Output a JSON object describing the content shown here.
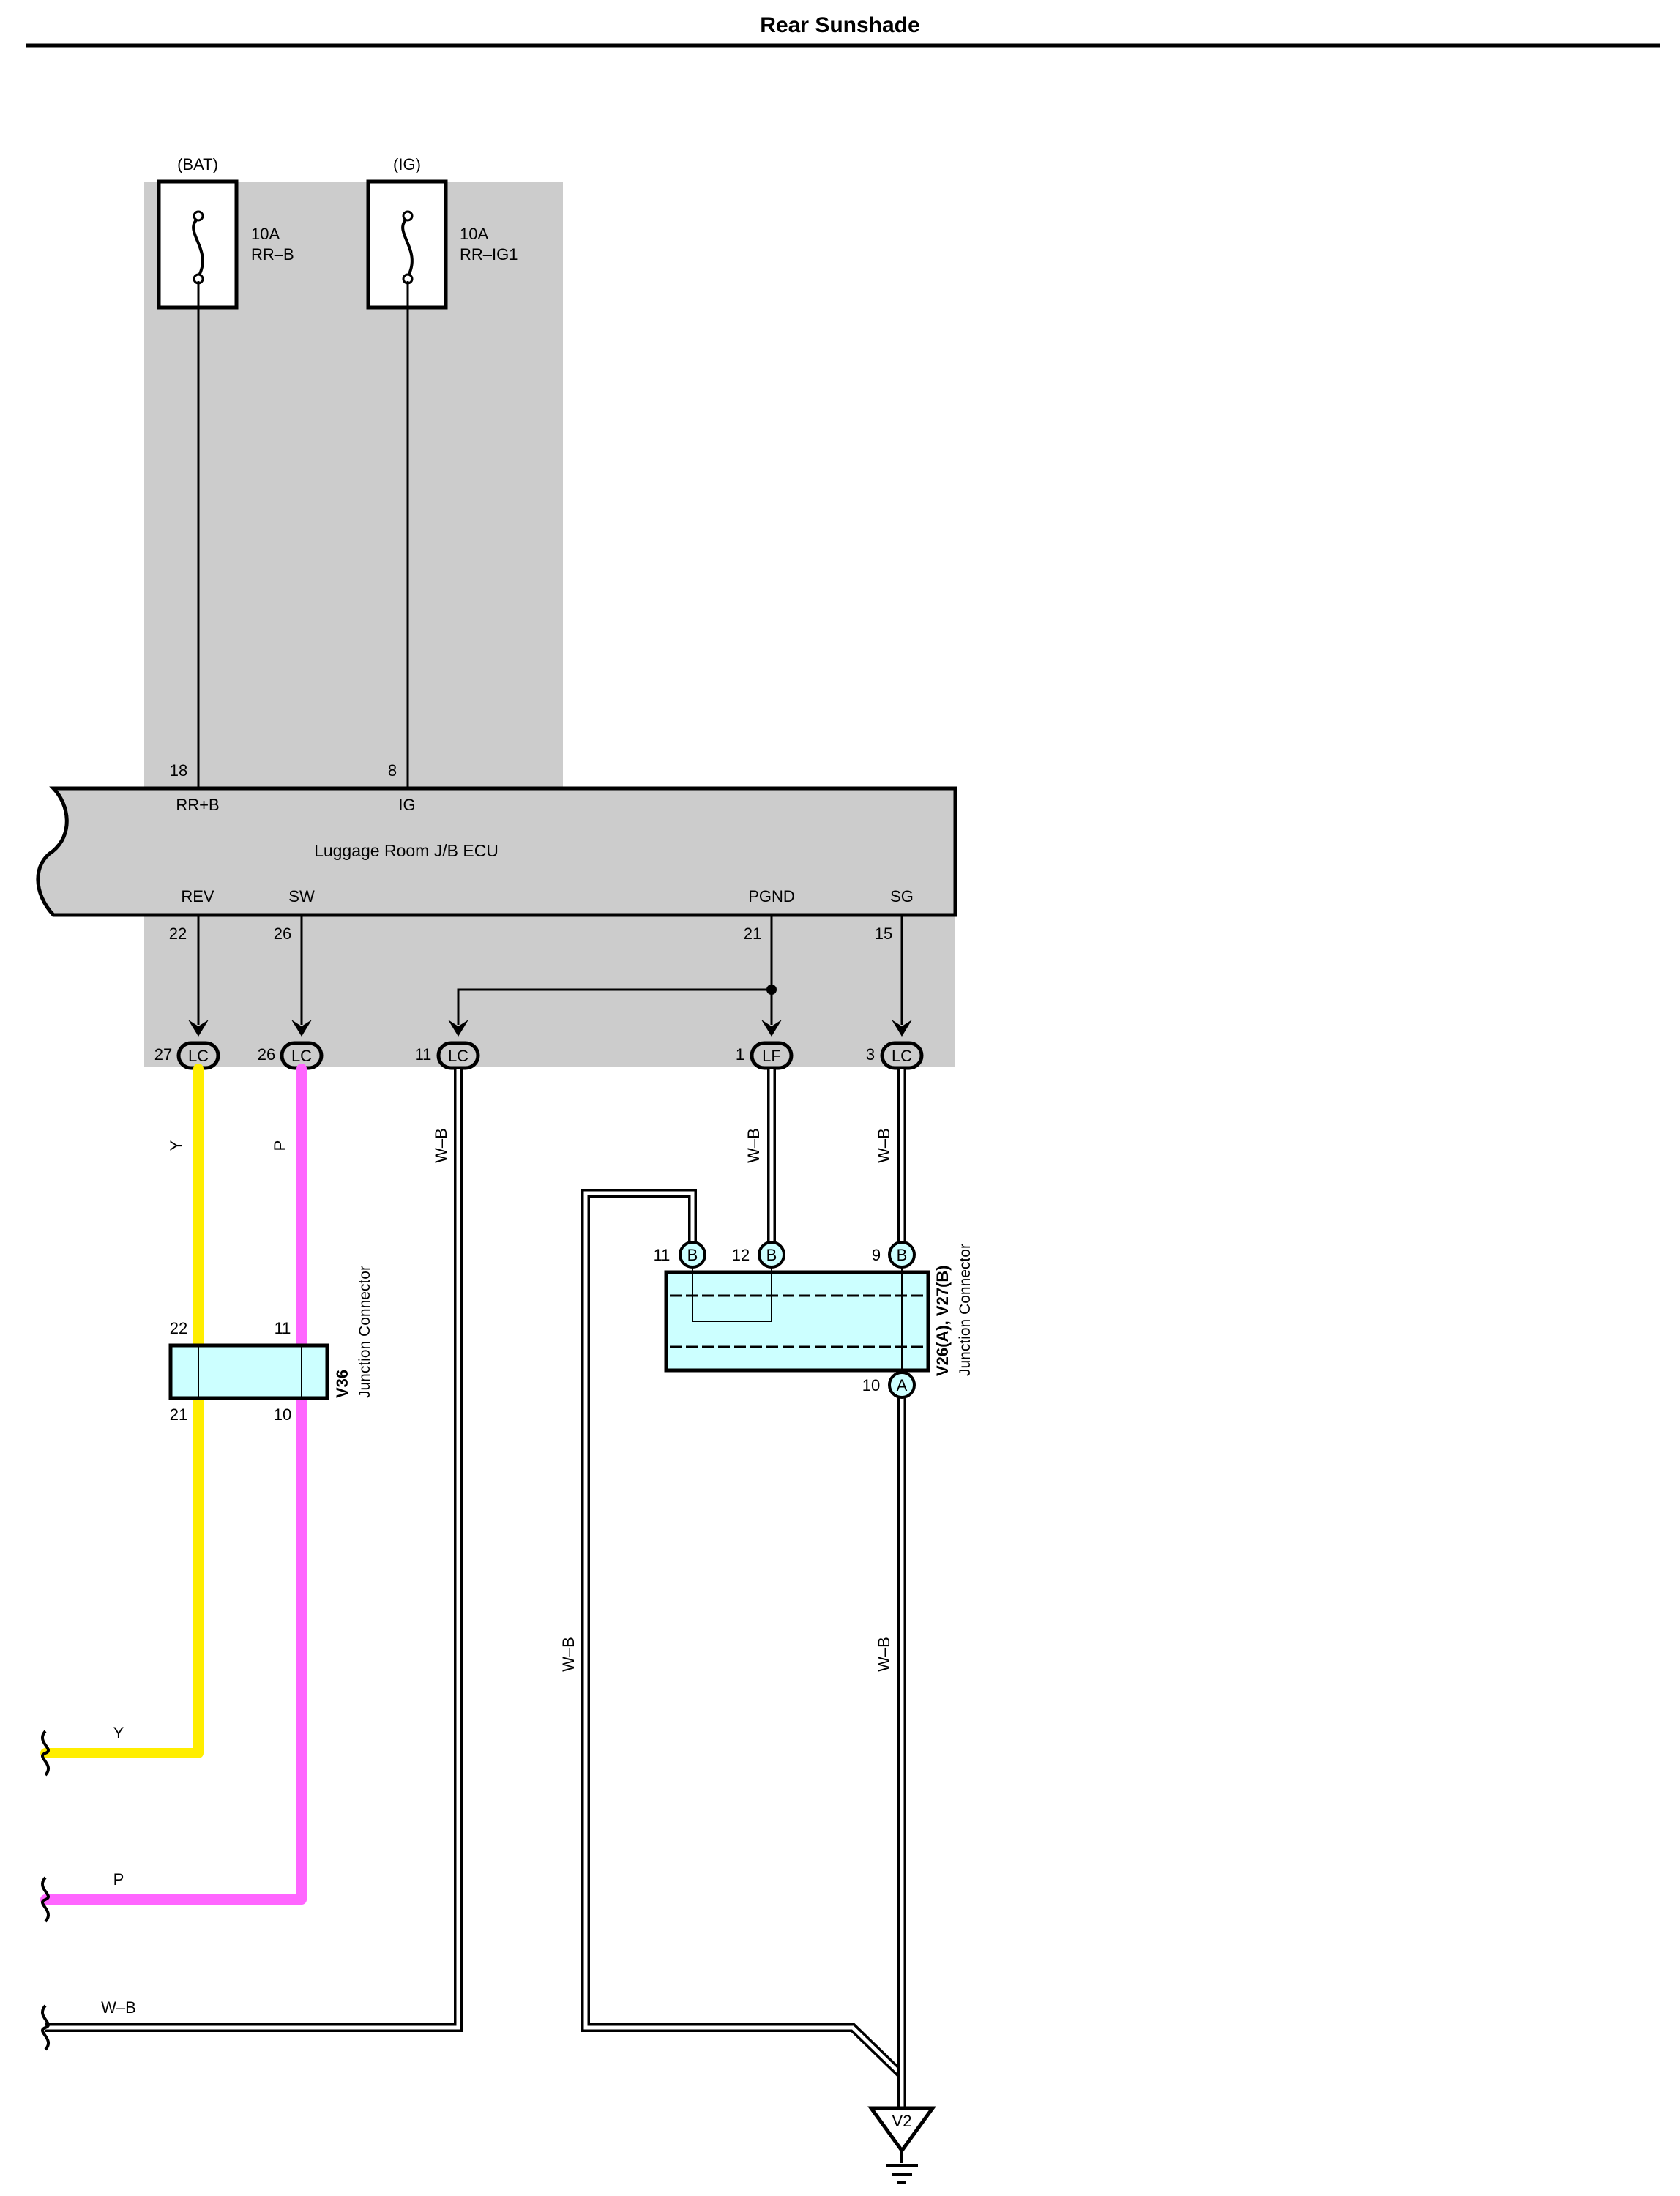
{
  "title": "Rear Sunshade",
  "colors": {
    "shade": "#cccccc",
    "connector_fill": "#ccffff",
    "wire_yellow": "#ffee00",
    "wire_pink": "#ff66ff",
    "ink": "#000000"
  },
  "fuses": [
    {
      "source": "(BAT)",
      "rating": "10A",
      "name": "RR–B"
    },
    {
      "source": "(IG)",
      "rating": "10A",
      "name": "RR–IG1"
    }
  ],
  "ecu": {
    "name": "Luggage Room J/B ECU",
    "top_pins": [
      {
        "pin": "18",
        "signal": "RR+B"
      },
      {
        "pin": "8",
        "signal": "IG"
      }
    ],
    "bottom_pins": [
      {
        "pin": "22",
        "signal": "REV"
      },
      {
        "pin": "26",
        "signal": "SW"
      },
      {
        "pin": "21",
        "signal": "PGND"
      },
      {
        "pin": "15",
        "signal": "SG"
      }
    ]
  },
  "jb_connectors": [
    {
      "pin": "27",
      "code": "LC"
    },
    {
      "pin": "26",
      "code": "LC"
    },
    {
      "pin": "11",
      "code": "LC"
    },
    {
      "pin": "1",
      "code": "LF"
    },
    {
      "pin": "3",
      "code": "LC"
    }
  ],
  "wires": {
    "y": "Y",
    "p": "P",
    "wb1": "W–B",
    "wb2": "W–B",
    "wb3": "W–B",
    "wb4": "W–B",
    "wb5": "W–B"
  },
  "v36": {
    "id": "V36",
    "desc": "Junction Connector",
    "pins": {
      "top_left": "22",
      "top_right": "11",
      "bottom_left": "21",
      "bottom_right": "10"
    }
  },
  "v26": {
    "id": "V26(A), V27(B)",
    "desc": "Junction Connector",
    "top_pins": [
      {
        "pin": "11",
        "code": "B"
      },
      {
        "pin": "12",
        "code": "B"
      },
      {
        "pin": "9",
        "code": "B"
      }
    ],
    "bottom_pin": {
      "pin": "10",
      "code": "A"
    }
  },
  "outputs": [
    {
      "label": "Y"
    },
    {
      "label": "P"
    },
    {
      "label": "W–B"
    }
  ],
  "ground": {
    "label": "V2"
  }
}
